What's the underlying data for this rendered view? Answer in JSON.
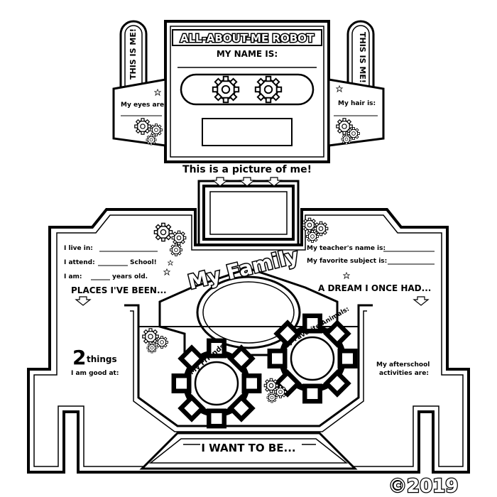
{
  "title": "ALL-ABOUT-ME ROBOT",
  "name_label": "MY NAME IS:",
  "this_is_me": "THIS IS ME!",
  "eyes_label": "My eyes are:",
  "hair_label": "My hair is:",
  "picture_label": "This is a picture of me!",
  "live_label": "I live in:",
  "attend_label": "I attend:",
  "school_label": "School!",
  "am_label": "I am:",
  "years_label": "years old.",
  "places_label": "PLACES I'VE BEEN...",
  "teacher_label": "My teacher's name is:",
  "subject_label": "My favorite subject is:",
  "dream_label": "A DREAM I ONCE HAD...",
  "family_label": "My Family",
  "friends_label": "My Friends:",
  "animals_label": "My Favorite Animals:",
  "two_number": "2",
  "things_label": "things",
  "good_at_label": "I am good at:",
  "afterschool_label_1": "My afterschool",
  "afterschool_label_2": "activities are:",
  "want_label": "I WANT TO BE...",
  "copyright": "©2019"
}
